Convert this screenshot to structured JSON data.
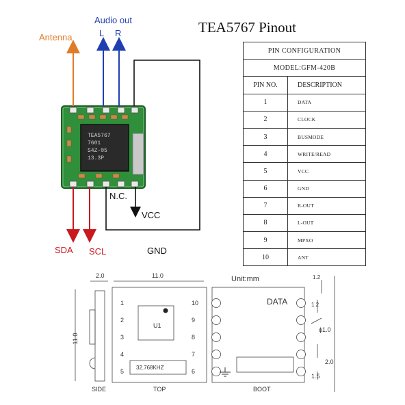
{
  "title": "TEA5767 Pinout",
  "photo_labels": {
    "antenna": "Antenna",
    "audio_out": "Audio out",
    "left": "L",
    "right": "R",
    "sda": "SDA",
    "scl": "SCL",
    "nc": "N.C.",
    "vcc": "VCC",
    "gnd": "GND"
  },
  "chip_marking": [
    "TEA5767",
    "7601",
    "S4Z-05",
    "13.3P"
  ],
  "pin_table": {
    "config_header": "PIN CONFIGURATION",
    "model": "MODEL:GFM-420B",
    "col_pin": "PIN NO.",
    "col_desc": "DESCRIPTION",
    "rows": [
      {
        "pin": "1",
        "desc": "DATA"
      },
      {
        "pin": "2",
        "desc": "CLOCK"
      },
      {
        "pin": "3",
        "desc": "BUSMODE"
      },
      {
        "pin": "4",
        "desc": "WRITE/READ"
      },
      {
        "pin": "5",
        "desc": "VCC"
      },
      {
        "pin": "6",
        "desc": "GND"
      },
      {
        "pin": "7",
        "desc": "R-OUT"
      },
      {
        "pin": "8",
        "desc": "L-OUT"
      },
      {
        "pin": "9",
        "desc": "MPXO"
      },
      {
        "pin": "10",
        "desc": "ANT"
      }
    ]
  },
  "drawing": {
    "dim_side_width": "2.0",
    "dim_top_width": "11.0",
    "unit": "Unit:mm",
    "dim_edge": "1.2",
    "data_label": "DATA",
    "dim_pad": "1.2",
    "dim_hole": "ϕ1.0",
    "dim_height": "11.0",
    "dim_pitch": "2.0",
    "dim_last": "1.5",
    "pins_left": [
      "1",
      "2",
      "3",
      "4",
      "5"
    ],
    "pins_right": [
      "10",
      "9",
      "8",
      "7",
      "6"
    ],
    "u1": "U1",
    "crystal": "32.768KHZ",
    "view_side": "SIDE",
    "view_top": "TOP",
    "view_boot": "BOOT"
  }
}
